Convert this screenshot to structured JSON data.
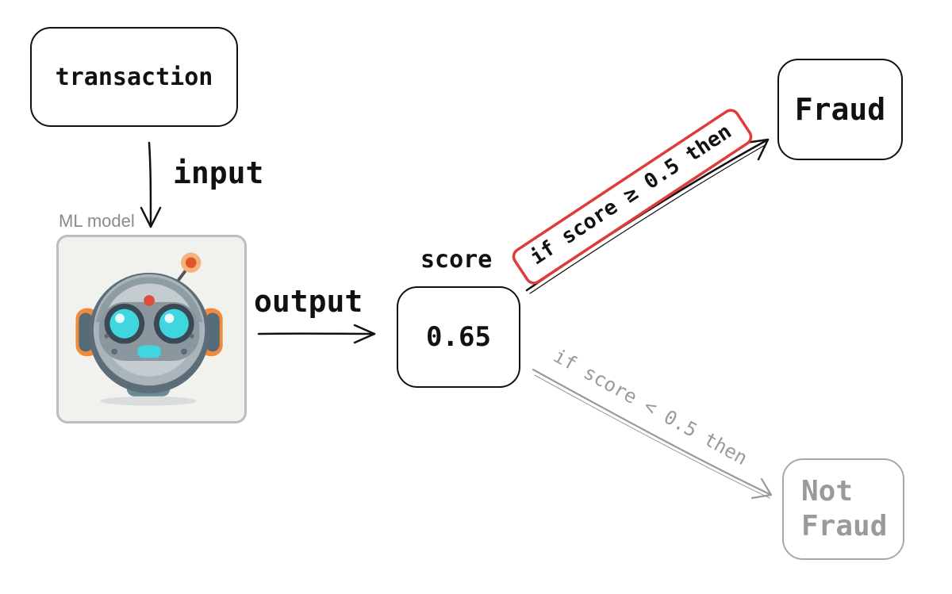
{
  "nodes": {
    "transaction": "transaction",
    "model_caption": "ML model",
    "score_value": "0.65",
    "fraud": "Fraud",
    "not_fraud_line1": "Not",
    "not_fraud_line2": "Fraud"
  },
  "edges": {
    "input": "input",
    "output": "output",
    "score": "score",
    "rule_high": "if score ≥ 0.5 then",
    "rule_low": "if score < 0.5 then"
  },
  "colors": {
    "ink": "#111111",
    "highlight": "#e03b3b",
    "muted": "#9a9a9a",
    "robot_accent": "#3fd6e0"
  },
  "icons": [
    "robot-icon"
  ]
}
